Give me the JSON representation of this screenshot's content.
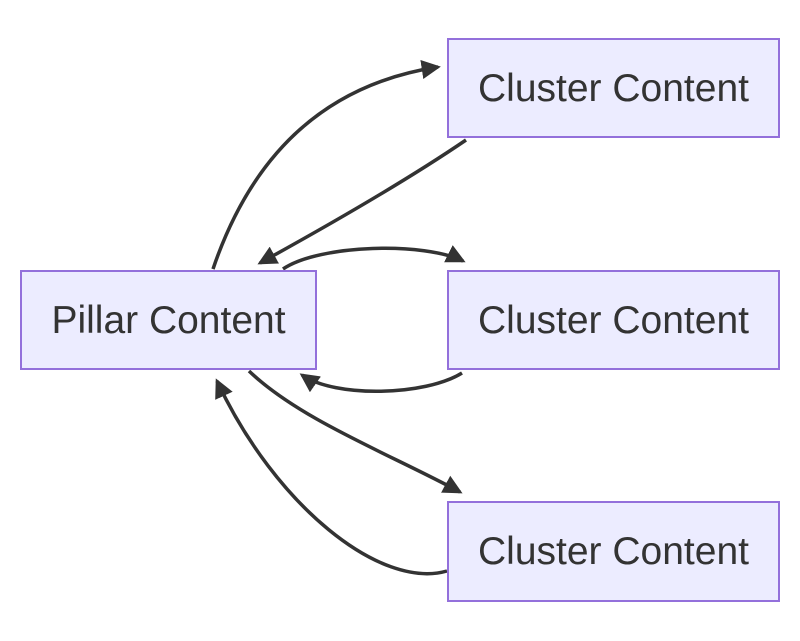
{
  "diagram": {
    "type": "flowchart",
    "orientation": "left-to-right",
    "background": "#ffffff",
    "nodes": [
      {
        "id": "pillar",
        "label": "Pillar Content"
      },
      {
        "id": "cluster1",
        "label": "Cluster Content"
      },
      {
        "id": "cluster2",
        "label": "Cluster Content"
      },
      {
        "id": "cluster3",
        "label": "Cluster Content"
      }
    ],
    "edges": [
      {
        "from": "pillar",
        "to": "cluster1",
        "arrowhead": "to"
      },
      {
        "from": "cluster1",
        "to": "pillar",
        "arrowhead": "to"
      },
      {
        "from": "pillar",
        "to": "cluster2",
        "arrowhead": "to"
      },
      {
        "from": "cluster2",
        "to": "pillar",
        "arrowhead": "to"
      },
      {
        "from": "pillar",
        "to": "cluster3",
        "arrowhead": "to"
      },
      {
        "from": "cluster3",
        "to": "pillar",
        "arrowhead": "to"
      }
    ],
    "colors": {
      "node_fill": "#ECECFF",
      "node_border": "#9370DB",
      "node_text": "#333333",
      "edge_stroke": "#333333"
    }
  }
}
